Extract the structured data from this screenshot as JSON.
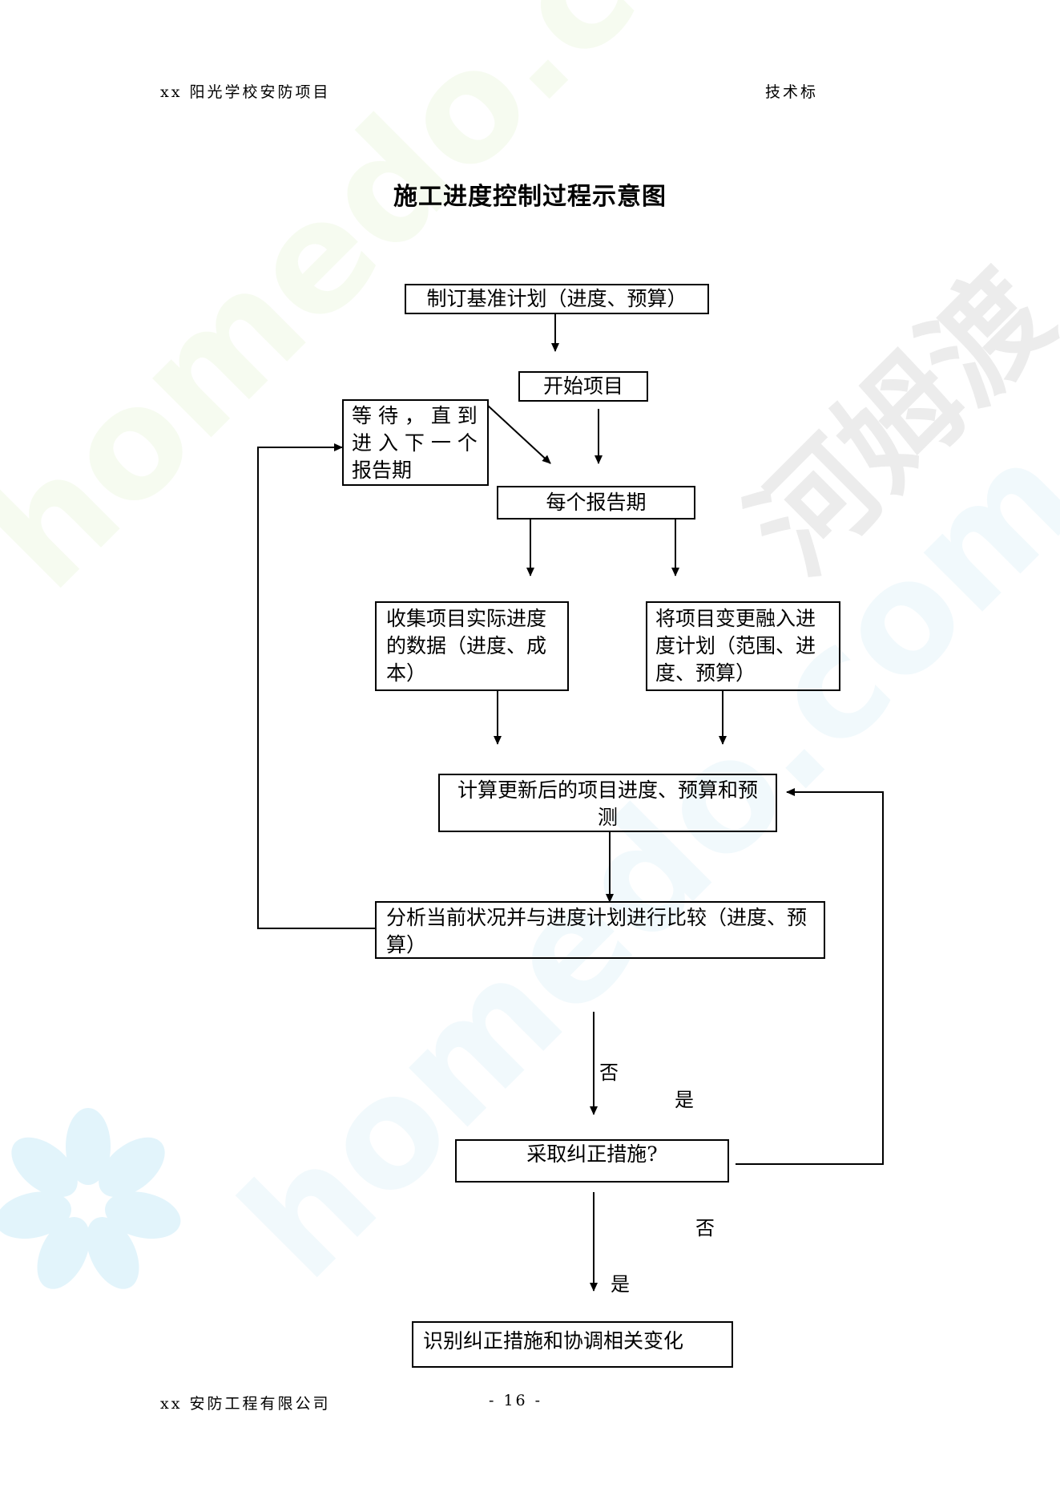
{
  "header": {
    "left": "xx 阳光学校安防项目",
    "right": "技术标"
  },
  "title": "施工进度控制过程示意图",
  "nodes": {
    "plan": "制订基准计划（进度、预算）",
    "start": "开始项目",
    "wait": "等 待 ， 直 到 进 入 下 一 个 报告期",
    "period": "每个报告期",
    "collect": "收集项目实际进度的数据（进度、成本）",
    "merge": "将项目变更融入进度计划（范围、进度、预算）",
    "calc": "计算更新后的项目进度、预算和预测",
    "analyze": "分析当前状况并与进度计划进行比较（进度、预算）",
    "decide": "采取纠正措施?",
    "identify": "识别纠正措施和协调相关变化"
  },
  "labels": {
    "no1": "否",
    "yes1": "是",
    "no2": "否",
    "yes2": "是"
  },
  "watermark": {
    "text_latin": "homedo.com",
    "text_cn": "河姆渡"
  },
  "footer": {
    "left": "xx 安防工程有限公司",
    "page": "- 16 -"
  }
}
